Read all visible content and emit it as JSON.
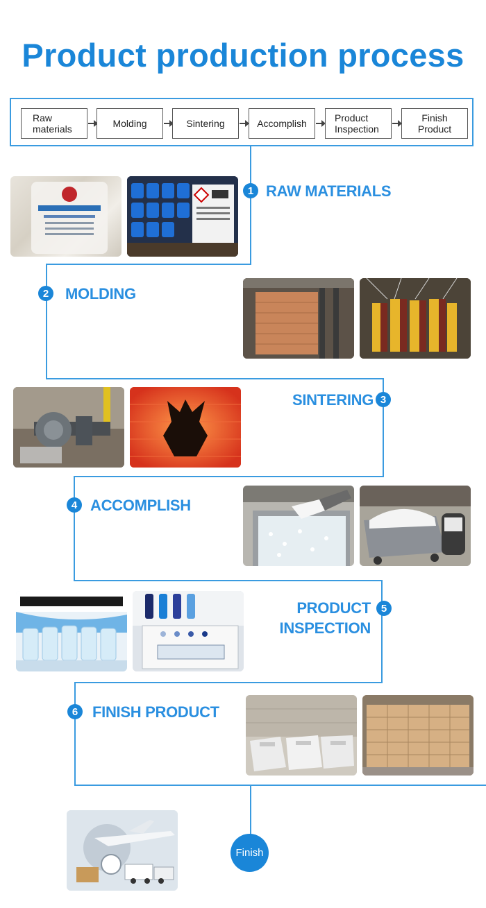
{
  "title": "Product production process",
  "flow": [
    {
      "label": "Raw\nmaterials"
    },
    {
      "label": "Molding"
    },
    {
      "label": "Sintering"
    },
    {
      "label": "Accomplish"
    },
    {
      "label": "Product\nInspection"
    },
    {
      "label": "Finish\nProduct"
    }
  ],
  "stages": [
    {
      "number": "1",
      "label": "RAW MATERIALS"
    },
    {
      "number": "2",
      "label": "MOLDING"
    },
    {
      "number": "3",
      "label": "SINTERING"
    },
    {
      "number": "4",
      "label": "ACCOMPLISH"
    },
    {
      "number": "5",
      "label": "PRODUCT\nINSPECTION"
    },
    {
      "number": "6",
      "label": "FINISH PRODUCT"
    }
  ],
  "finish_label": "Finish",
  "colors": {
    "accent": "#1a86d8",
    "line": "#3a9be0"
  }
}
